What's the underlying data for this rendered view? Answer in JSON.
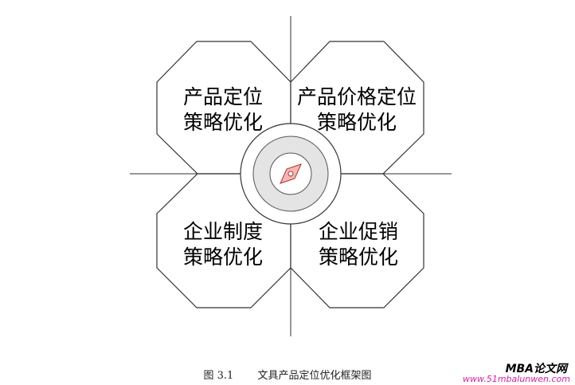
{
  "diagram": {
    "quadrants": [
      {
        "line1": "产品定位",
        "line2": "策略优化"
      },
      {
        "line1": "产品价格定位",
        "line2": "策略优化"
      },
      {
        "line1": "企业制度",
        "line2": "策略优化"
      },
      {
        "line1": "企业促销",
        "line2": "策略优化"
      }
    ]
  },
  "caption": {
    "number": "图 3.1",
    "title": "文具产品定位优化框架图"
  },
  "watermark": {
    "brand": "MBA论文网",
    "url": "www.51mbalunwen.com"
  }
}
